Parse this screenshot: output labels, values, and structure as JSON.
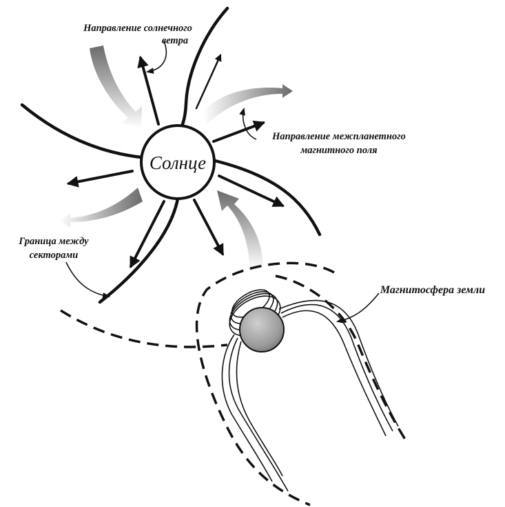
{
  "labels": {
    "sun": "Солнце",
    "wind_line1": "Направление солнечного",
    "wind_line2": "ветра",
    "imf_line1": "Направление межпланетного",
    "imf_line2": "магнитного поля",
    "boundary_line1": "Граница между",
    "boundary_line2": "секторами",
    "magnetosphere": "Магнитосфера земли"
  }
}
